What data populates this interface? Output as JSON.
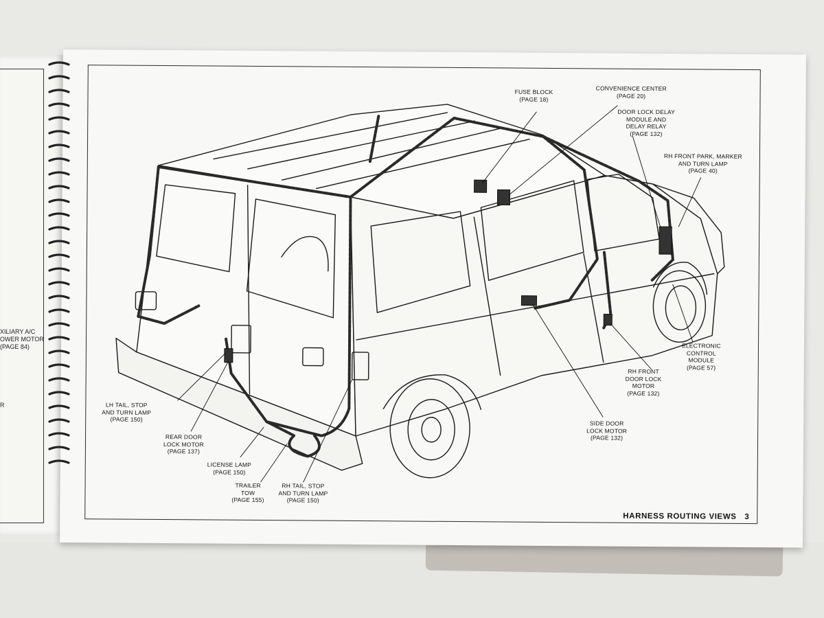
{
  "footer": {
    "section_title": "HARNESS ROUTING VIEWS",
    "page_number": "3"
  },
  "prev_page": {
    "label_1": "XILIARY A/C\nOWER MOTOR\n(PAGE 84)",
    "label_2": "R"
  },
  "callouts": {
    "fuse_block": "FUSE BLOCK\n(PAGE 18)",
    "convenience_center": "CONVENIENCE CENTER\n(PAGE 20)",
    "door_lock_delay": "DOOR LOCK DELAY\nMODULE AND\nDELAY RELAY\n(PAGE 132)",
    "rh_front_park": "RH FRONT PARK, MARKER\nAND TURN LAMP\n(PAGE 40)",
    "electronic_control_module": "ELECTRONIC\nCONTROL\nMODULE\n(PAGE 57)",
    "rh_front_door_lock": "RH FRONT\nDOOR LOCK\nMOTOR\n(PAGE 132)",
    "side_door_lock": "SIDE DOOR\nLOCK MOTOR\n(PAGE 132)",
    "lh_tail": "LH TAIL, STOP\nAND TURN LAMP\n(PAGE 150)",
    "rear_door_lock": "REAR DOOR\nLOCK MOTOR\n(PAGE 137)",
    "license_lamp": "LICENSE LAMP\n(PAGE 150)",
    "trailer_tow": "TRAILER\nTOW\n(PAGE 155)",
    "rh_tail": "RH TAIL, STOP\nAND TURN LAMP\n(PAGE 150)"
  },
  "colors": {
    "ink": "#1a1a1a",
    "paper": "#f8f8f6",
    "harness": "#2a2a2a"
  }
}
